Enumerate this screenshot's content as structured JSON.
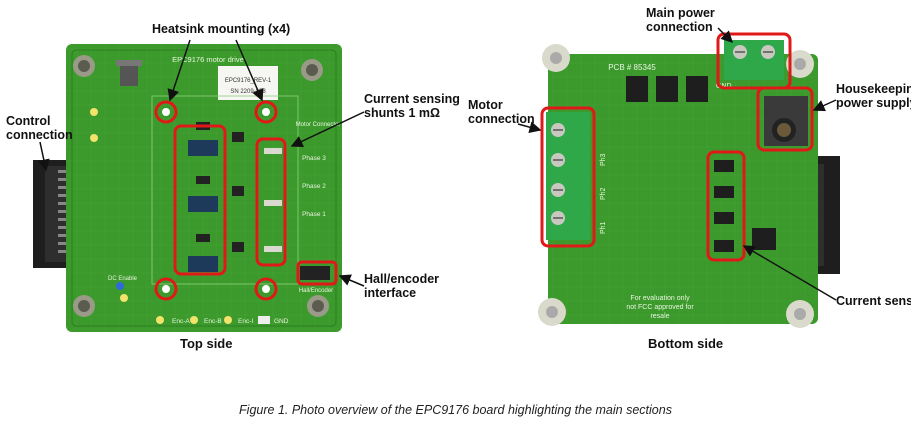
{
  "labels": {
    "heatsink": "Heatsink mounting (x4)",
    "control_l1": "Control",
    "control_l2": "connection",
    "current_shunts_l1": "Current sensing",
    "current_shunts_l2": "shunts 1 mΩ",
    "hall_l1": "Hall/encoder",
    "hall_l2": "interface",
    "main_power_l1": "Main power",
    "main_power_l2": "connection",
    "housekeeping_l1": "Housekeeping",
    "housekeeping_l2": "power supply",
    "motor_l1": "Motor",
    "motor_l2": "connection",
    "current_sense": "Current sense"
  },
  "sides": {
    "top": "Top side",
    "bottom": "Bottom side"
  },
  "caption": "Figure 1. Photo overview of the EPC9176 board highlighting the main sections",
  "silkscreen": {
    "title": "EPC9176 motor drive",
    "rev": "EPC9176_REV-1",
    "serial": "SN 2209-038",
    "phase3": "Phase 3",
    "phase2": "Phase 2",
    "phase1": "Phase 1",
    "motor_conn": "Motor Connector",
    "hall_enc": "Hall/Encoder",
    "dc_enable": "DC Enable",
    "enc_a": "Enc-A",
    "enc_b": "Enc-B",
    "enc_i": "Enc-I",
    "gnd": "GND",
    "pcb_num": "PCB # 85345",
    "ph3": "Ph3",
    "ph2": "Ph2",
    "ph1": "Ph1",
    "eval1": "For evaluation only",
    "eval2": "not FCC approved for",
    "eval3": "resale"
  },
  "colors": {
    "pcb_green": "#3c9a2c",
    "pcb_dark": "#2d7d22",
    "highlight_red": "#e01818",
    "terminal_green": "#2fa84a",
    "header_black": "#1e1e1e"
  }
}
